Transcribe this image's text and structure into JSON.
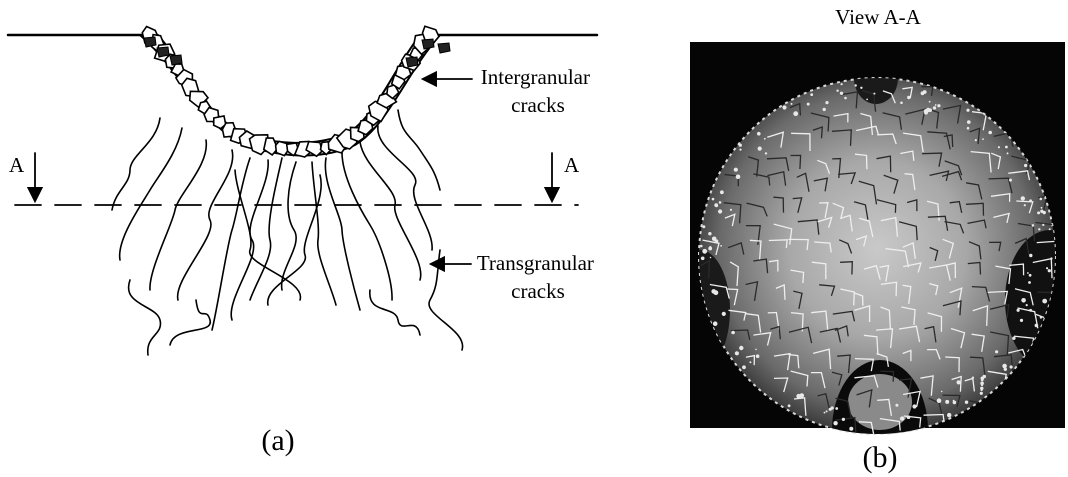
{
  "view_title": "View A-A",
  "section_marker": "A",
  "labels": {
    "intergranular_line1": "Intergranular",
    "intergranular_line2": "cracks",
    "transgranular_line1": "Transgranular",
    "transgranular_line2": "cracks"
  },
  "captions": {
    "a": "(a)",
    "b": "(b)"
  },
  "colors": {
    "ink": "#000000",
    "background": "#ffffff",
    "micrograph_surround": "#050505"
  }
}
